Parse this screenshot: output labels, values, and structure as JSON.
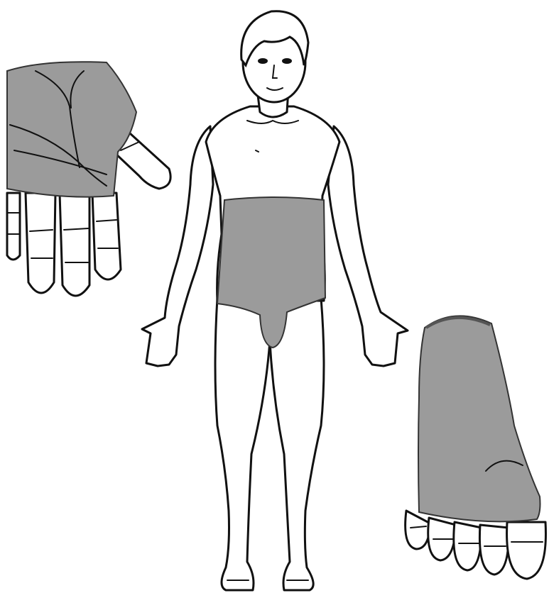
{
  "colors": {
    "background": "#ffffff",
    "outline": "#111111",
    "affected_area": "#9b9b9b"
  },
  "regions": [
    {
      "name": "palm",
      "shaded": true
    },
    {
      "name": "trunk-and-groin",
      "shaded": true
    },
    {
      "name": "sole",
      "shaded": true
    }
  ]
}
